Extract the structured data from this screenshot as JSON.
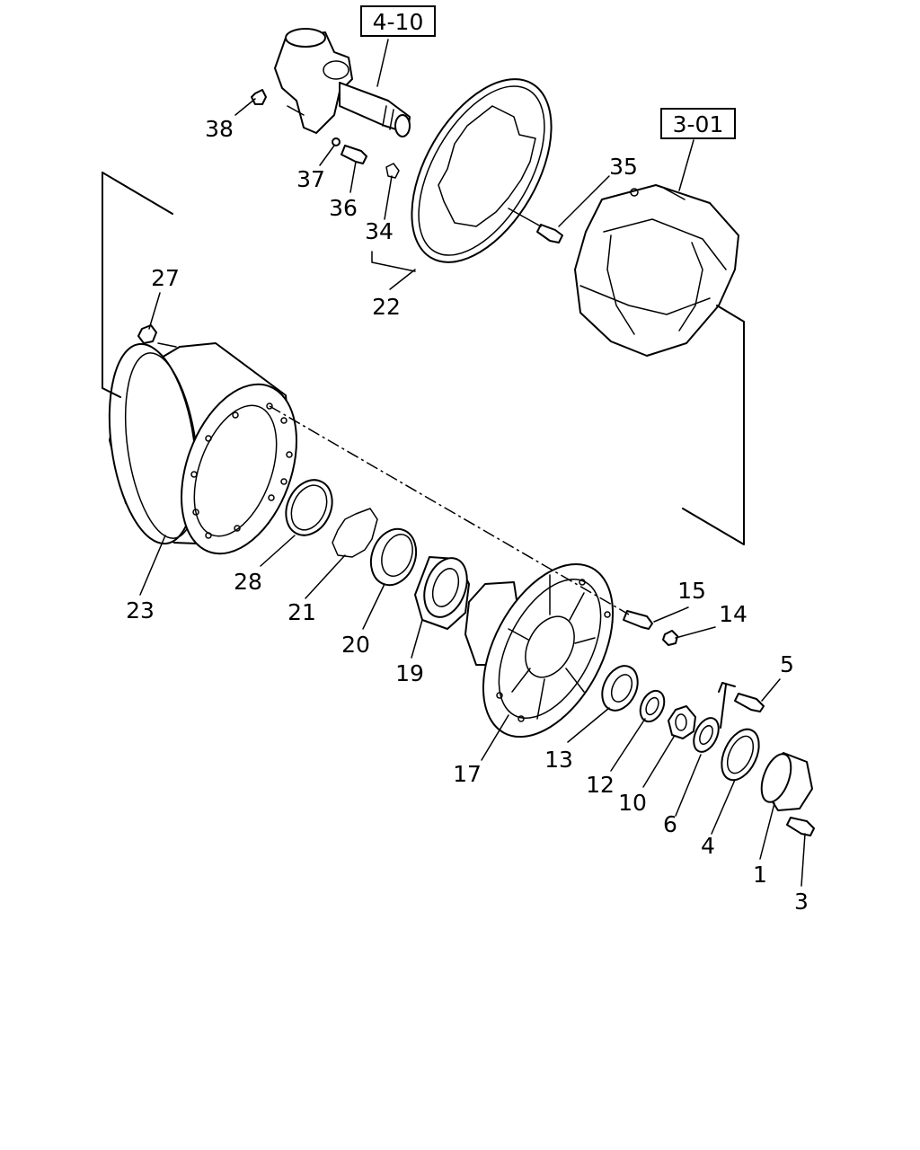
{
  "references": [
    {
      "id": "ref-4-10",
      "label": "4-10"
    },
    {
      "id": "ref-3-01",
      "label": "3-01"
    }
  ],
  "callouts": {
    "p1": "1",
    "p3": "3",
    "p4": "4",
    "p5": "5",
    "p6": "6",
    "p10": "10",
    "p12": "12",
    "p13": "13",
    "p14": "14",
    "p15": "15",
    "p17": "17",
    "p19": "19",
    "p20": "20",
    "p21": "21",
    "p22": "22",
    "p23": "23",
    "p27": "27",
    "p28": "28",
    "p34": "34",
    "p35": "35",
    "p36": "36",
    "p37": "37",
    "p38": "38"
  },
  "line_color": "#000000",
  "background": "#ffffff"
}
